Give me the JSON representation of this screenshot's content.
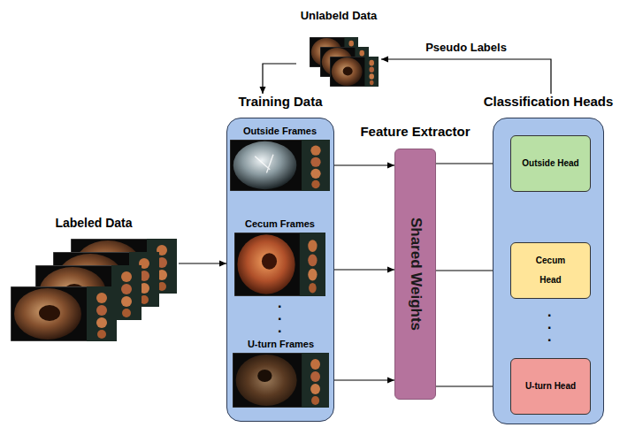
{
  "diagram": {
    "nodes": [
      {
        "text": [
          "Unlabeld Data"
        ]
      },
      {
        "text": [
          "Labeled Data"
        ]
      },
      {
        "text": [
          "Training Data"
        ]
      },
      {
        "text": [
          "Outside Frames"
        ],
        "in": 2
      },
      {
        "text": [
          "Cecum Frames"
        ],
        "in": 2
      },
      {
        "text": [
          "U-turn Frames"
        ],
        "in": 2
      },
      {
        "text": [
          "Feature Extractor",
          "Shared Weights"
        ]
      },
      {
        "text": [
          "Classification Heads"
        ]
      },
      {
        "text": [
          "Outside Head"
        ],
        "in": 7
      },
      {
        "text": [
          "Cecum Head"
        ],
        "in": 7
      },
      {
        "text": [
          "U-turn Head"
        ],
        "in": 7
      }
    ],
    "edges": [
      {
        "from": 1,
        "to": 2,
        "arrow": "to"
      },
      {
        "from": 0,
        "to": 2,
        "arrow": "to"
      },
      {
        "from": 7,
        "to": 0,
        "label": "Pseudo Labels",
        "arrow": "to"
      },
      {
        "from": 3,
        "to": 6,
        "arrow": "to"
      },
      {
        "from": 4,
        "to": 6,
        "arrow": "to"
      },
      {
        "from": 5,
        "to": 6,
        "arrow": "to"
      },
      {
        "from": 6,
        "to": 8,
        "arrow": "to"
      },
      {
        "from": 6,
        "to": 9,
        "arrow": "to"
      },
      {
        "from": 6,
        "to": 10,
        "arrow": "to"
      }
    ],
    "labels": [
      "...",
      "..."
    ]
  }
}
